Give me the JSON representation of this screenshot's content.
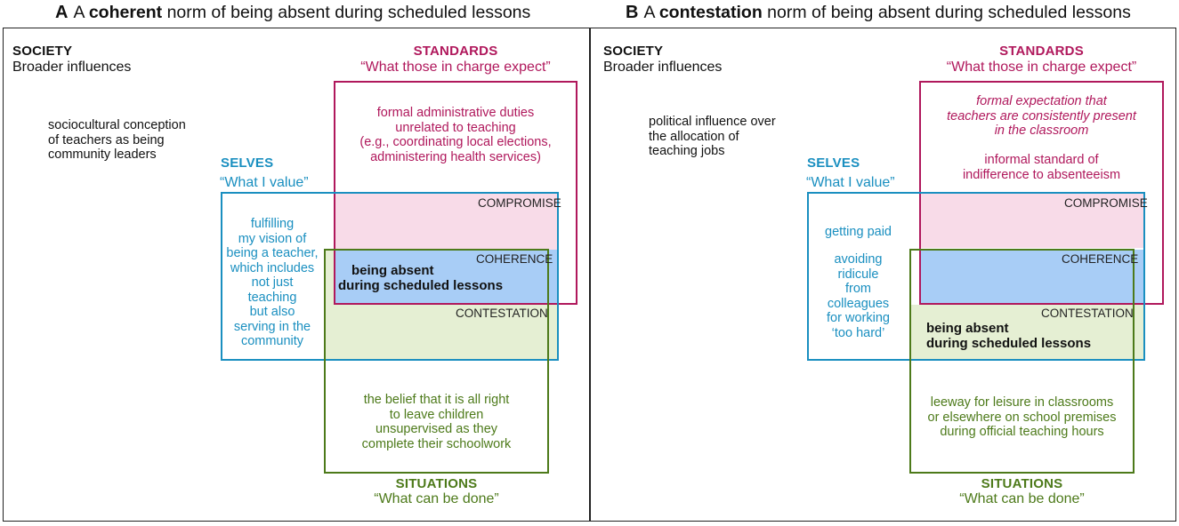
{
  "panel_a": {
    "letter": "A",
    "title_pre": "A ",
    "title_bold": "coherent",
    "title_post": " norm of being absent during scheduled lessons",
    "society_head": "SOCIETY",
    "society_sub": "Broader influences",
    "society_text": [
      "sociocultural conception",
      "of teachers as being",
      "community leaders"
    ],
    "standards_head": "STANDARDS",
    "standards_sub": "“What those in charge expect”",
    "standards_text": [
      "formal administrative duties",
      "unrelated to teaching",
      "(e.g., coordinating local elections,",
      "administering health services)"
    ],
    "selves_head": "SELVES",
    "selves_sub": "“What I value”",
    "selves_text": [
      "fulfilling",
      "my vision of",
      "being a teacher,",
      "which includes",
      "not just",
      "teaching",
      "but also",
      "serving in the",
      "community"
    ],
    "compromise": "COMPROMISE",
    "coherence": "COHERENCE",
    "contestation": "CONTESTATION",
    "norm_text": [
      "being absent",
      "during scheduled lessons"
    ],
    "situations_text": [
      "the belief that it is all right",
      "to leave children",
      "unsupervised as they",
      "complete their schoolwork"
    ],
    "situations_head": "SITUATIONS",
    "situations_sub": "“What can be done”"
  },
  "panel_b": {
    "letter": "B",
    "title_pre": "A ",
    "title_bold": "contestation",
    "title_post": " norm of being absent during scheduled lessons",
    "society_head": "SOCIETY",
    "society_sub": "Broader influences",
    "society_text": [
      "political influence over",
      "the allocation of",
      "teaching jobs"
    ],
    "standards_head": "STANDARDS",
    "standards_sub": "“What those in charge expect”",
    "standards_italic": [
      "formal expectation that",
      "teachers are consistently present",
      "in the classroom"
    ],
    "standards_text": [
      "informal standard of",
      "indifference to absenteeism"
    ],
    "selves_head": "SELVES",
    "selves_sub": "“What I value”",
    "selves_text_1": "getting paid",
    "selves_text_2": [
      "avoiding",
      "ridicule",
      "from",
      "colleagues",
      "for working",
      "‘too hard’"
    ],
    "compromise": "COMPROMISE",
    "coherence": "COHERENCE",
    "contestation": "CONTESTATION",
    "norm_text": [
      "being absent",
      "during scheduled lessons"
    ],
    "situations_text": [
      "leeway for leisure in classrooms",
      "or elsewhere on school premises",
      "during official teaching hours"
    ],
    "situations_head": "SITUATIONS",
    "situations_sub": "“What can be done”"
  },
  "colors": {
    "standards": "#b0185c",
    "selves": "#1a8fc0",
    "situations": "#4d7a1a",
    "compromise_fill": "#f8dbe8",
    "coherence_fill": "#a8cdf6",
    "contestation_fill": "#e5efd3"
  }
}
